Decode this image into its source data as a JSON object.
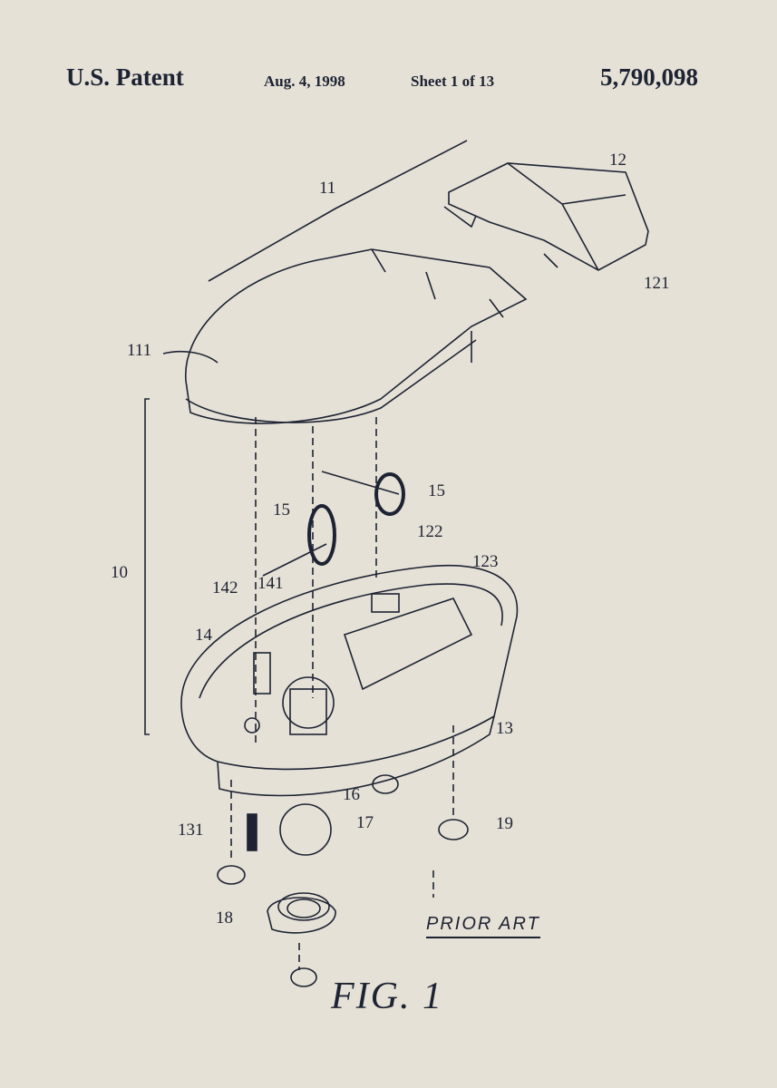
{
  "header": {
    "title": "U.S. Patent",
    "date": "Aug. 4, 1998",
    "sheet": "Sheet 1 of 13",
    "patent_number": "5,790,098"
  },
  "figure": {
    "caption": "FIG. 1",
    "note": "PRIOR ART",
    "subject": "exploded view of computer mouse",
    "reference_labels": {
      "l11": "11",
      "l12": "12",
      "l121": "121",
      "l111": "111",
      "l10": "10",
      "l15a": "15",
      "l15b": "15",
      "l122": "122",
      "l123": "123",
      "l142": "142",
      "l141": "141",
      "l14": "14",
      "l13": "13",
      "l16": "16",
      "l131": "131",
      "l17": "17",
      "l19": "19",
      "l18": "18"
    }
  },
  "colors": {
    "paper": "#e6e1d7",
    "ink": "#1d2333"
  }
}
